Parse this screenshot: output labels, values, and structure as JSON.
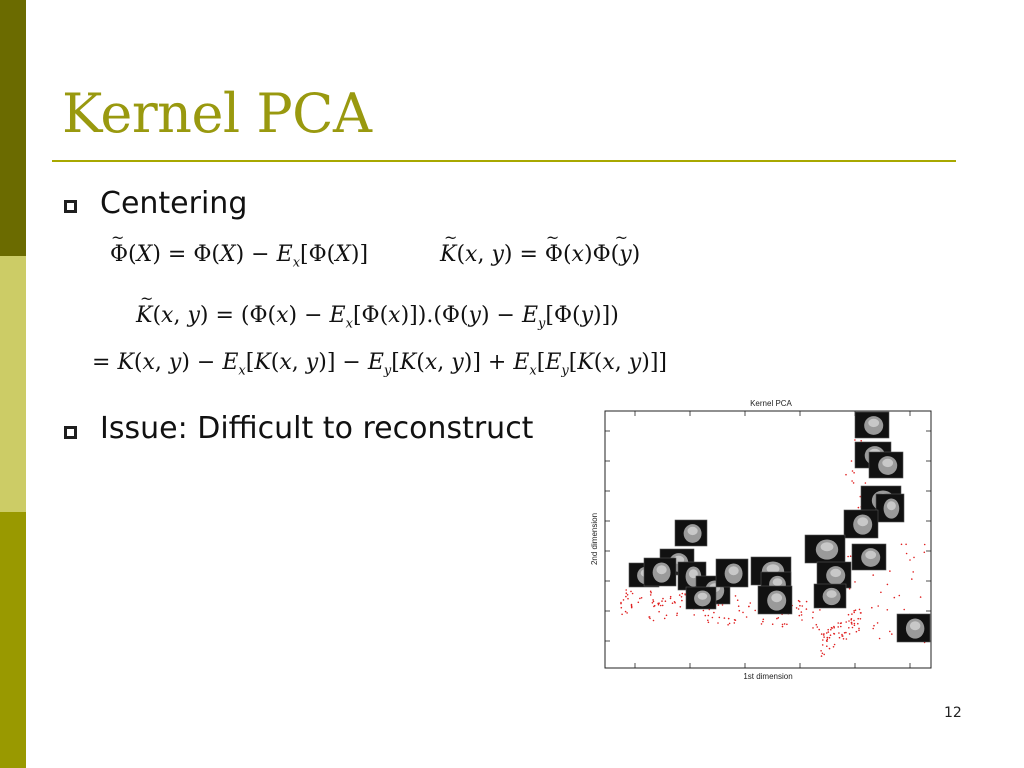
{
  "slide": {
    "title": "Kernel PCA",
    "page_number": "12"
  },
  "bullets": [
    {
      "text": "Centering"
    },
    {
      "text": "Issue: Difficult to reconstruct"
    }
  ],
  "equations": [
    "Φ̃(X) = Φ(X) − E_x[Φ(X)]",
    "K̃(x, y) = Φ̃(x)Φ̃(y)",
    "K̃(x, y) = (Φ(x) − E_x[Φ(x)]).(Φ(y) − E_y[Φ(y)])",
    "= K(x, y) − E_x[K(x, y)] − E_y[K(x, y)] + E_x[E_y[K(x, y)]]"
  ],
  "figure": {
    "title": "Kernel PCA",
    "xlabel": "1st dimension",
    "ylabel": "2nd dimension",
    "point_color": "#e02020"
  }
}
